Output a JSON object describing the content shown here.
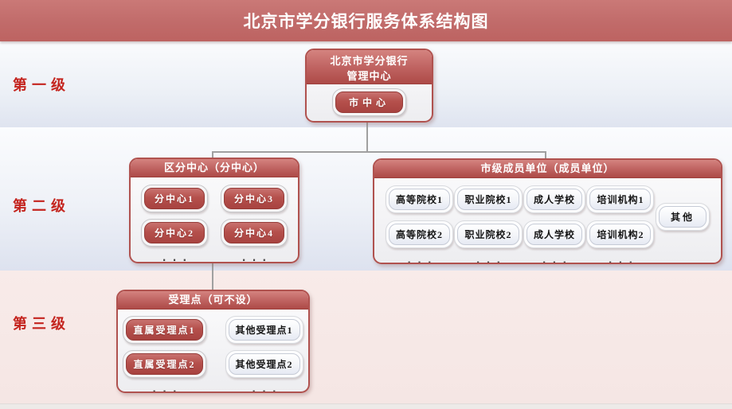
{
  "header": {
    "title": "北京市学分银行服务体系结构图"
  },
  "level_labels": {
    "l1": "第一级",
    "l2": "第二级",
    "l3": "第三级"
  },
  "center_box": {
    "title_line1": "北京市学分银行",
    "title_line2": "管理中心",
    "button": "市中心"
  },
  "branch_box": {
    "header": "区分中心（分中心）",
    "col1": [
      "分中心1",
      "分中心2"
    ],
    "col2": [
      "分中心3",
      "分中心4"
    ],
    "ellipsis": "..."
  },
  "members_box": {
    "header": "市级成员单位（成员单位）",
    "columns": [
      {
        "top": "高等院校1",
        "bottom": "高等院校2"
      },
      {
        "top": "职业院校1",
        "bottom": "职业院校2"
      },
      {
        "top": "成人学校",
        "bottom": "成人学校"
      },
      {
        "top": "培训机构1",
        "bottom": "培训机构2"
      }
    ],
    "other": "其他",
    "ellipsis": "..."
  },
  "acceptance_box": {
    "header": "受理点（可不设）",
    "direct": [
      "直属受理点1",
      "直属受理点2"
    ],
    "other": [
      "其他受理点1",
      "其他受理点2"
    ],
    "ellipsis": "..."
  },
  "colors": {
    "accent_red": "#b0524f",
    "label_red": "#c4241e",
    "band_blue": "#dde2ef",
    "band_pink": "#f5e6e4"
  }
}
